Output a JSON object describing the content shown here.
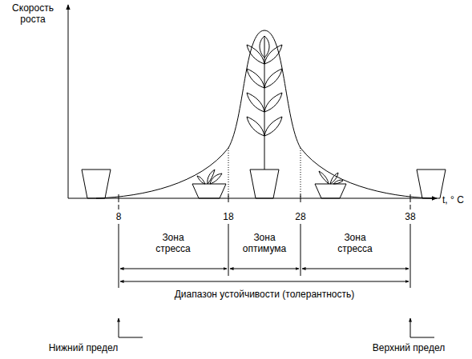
{
  "diagram": {
    "labels": [
      "Скорость роста",
      "t, ° C",
      "8",
      "18",
      "28",
      "38",
      "Зона стресса",
      "Зона оптимума",
      "Зона стресса",
      "Диапазон устойчивости (толерантность)",
      "Нижний предел",
      "Верхний предел"
    ]
  }
}
